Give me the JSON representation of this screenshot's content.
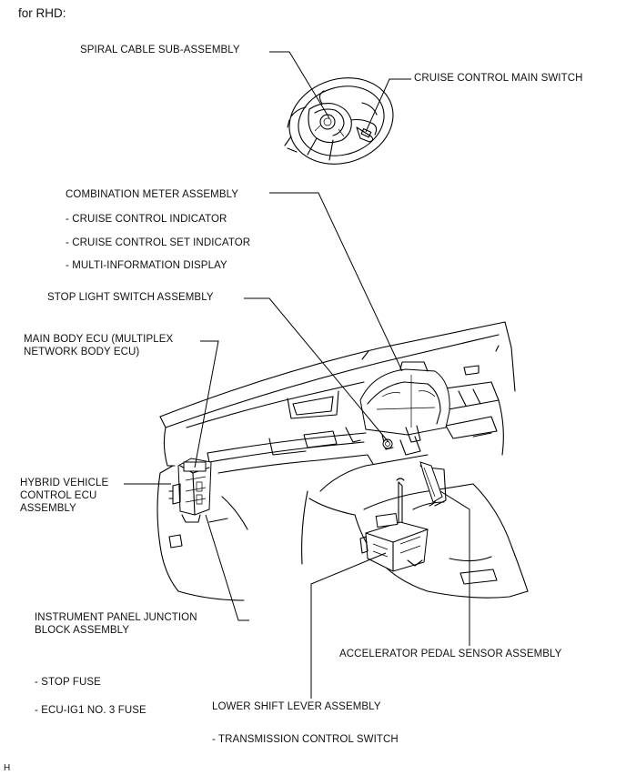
{
  "header": "for RHD:",
  "footer": "H",
  "labels": {
    "spiral_cable": "SPIRAL CABLE SUB-ASSEMBLY",
    "cruise_main_switch": "CRUISE CONTROL MAIN SWITCH",
    "combination_meter": "COMBINATION METER ASSEMBLY",
    "cruise_indicator": "- CRUISE CONTROL INDICATOR",
    "cruise_set_indicator": "- CRUISE CONTROL SET INDICATOR",
    "multi_info_display": "- MULTI-INFORMATION DISPLAY",
    "stop_light_switch": "STOP LIGHT SWITCH ASSEMBLY",
    "main_body_ecu_1": "MAIN BODY ECU (MULTIPLEX",
    "main_body_ecu_2": "NETWORK BODY ECU)",
    "hv_ecu_1": "HYBRID VEHICLE",
    "hv_ecu_2": "CONTROL ECU",
    "hv_ecu_3": "ASSEMBLY",
    "ip_junction_1": "INSTRUMENT PANEL JUNCTION",
    "ip_junction_2": "BLOCK ASSEMBLY",
    "accel_pedal": "ACCELERATOR PEDAL SENSOR ASSEMBLY",
    "stop_fuse": "- STOP FUSE",
    "ecu_ig1_fuse": "- ECU-IG1 NO. 3 FUSE",
    "lower_shift": "LOWER SHIFT LEVER ASSEMBLY",
    "trans_switch": "- TRANSMISSION CONTROL SWITCH"
  }
}
